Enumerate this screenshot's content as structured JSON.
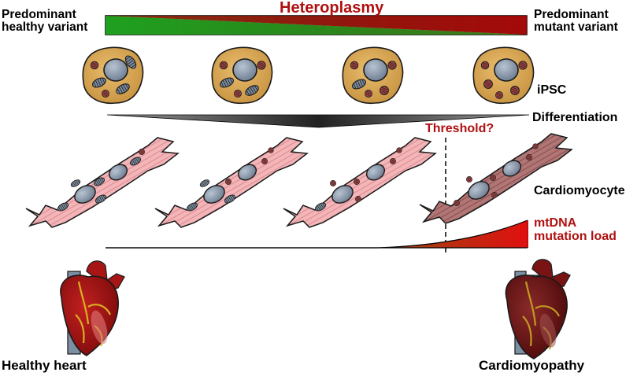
{
  "top": {
    "title": "Heteroplasmy",
    "left_label_line1": "Predominant",
    "left_label_line2": "healthy variant",
    "right_label_line1": "Predominant",
    "right_label_line2": "mutant variant"
  },
  "labels": {
    "ipsc": "iPSC",
    "differentiation": "Differentiation",
    "threshold": "Threshold?",
    "cardiomyocyte": "Cardiomyocyte",
    "load_line1": "mtDNA",
    "load_line2": "mutation load",
    "healthy_heart": "Healthy heart",
    "cardiomyopathy": "Cardiomyopathy"
  },
  "colors": {
    "healthy_green": "#1e9a1e",
    "mutant_red": "#a00000",
    "label_red": "#b01010",
    "cell_fill": "#d9a75a",
    "cardio_healthy": "#f2b5b8",
    "cardio_mutant": "#b07070",
    "heart_red": "#8b0f0f"
  }
}
